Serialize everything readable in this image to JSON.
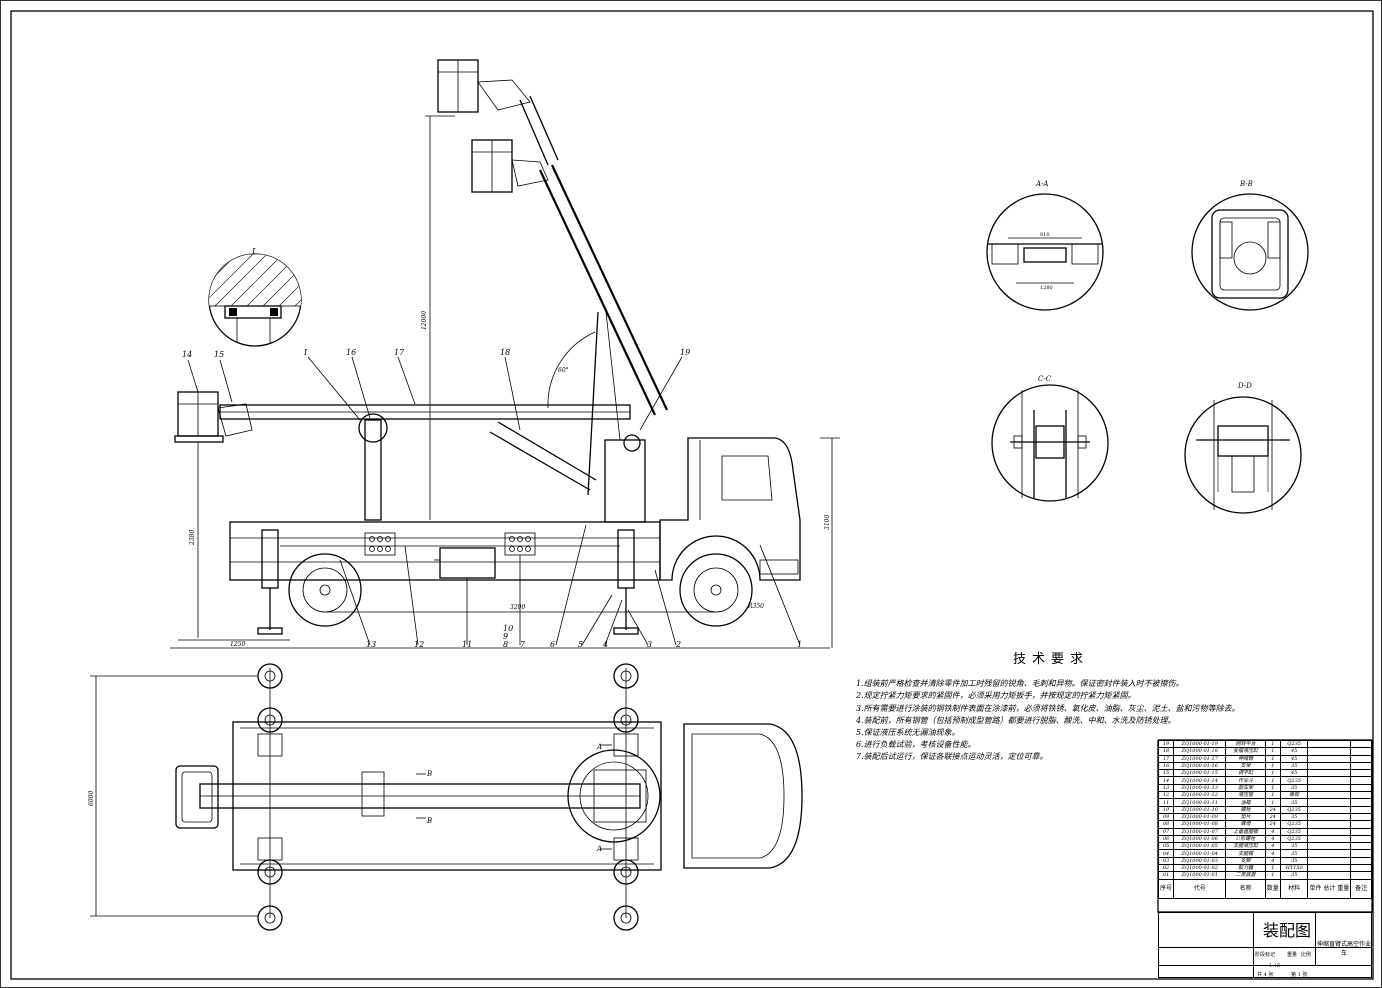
{
  "drawing": {
    "section_labels": {
      "detail_I": "I",
      "aa": "A-A",
      "bb": "B-B",
      "cc": "C-C",
      "dd": "D-D",
      "cut_a": "A",
      "cut_b": "B"
    },
    "part_callouts": [
      "1",
      "2",
      "3",
      "4",
      "5",
      "6",
      "7",
      "8",
      "9",
      "10",
      "11",
      "12",
      "13",
      "14",
      "15",
      "16",
      "17",
      "18",
      "19"
    ],
    "dimensions": {
      "boom_height": "12000",
      "side_height": "2380",
      "cab_height": "3100",
      "overhang": "1250",
      "wheelbase": "3200",
      "plan_width": "6000",
      "aa_inner": "810",
      "aa_outer": "1280",
      "angle": "60°",
      "radius": "R350"
    }
  },
  "tech": {
    "title": "技术要求",
    "items": [
      "1.组装前严格检查并清除零件加工时残留的锐角、毛刺和异物。保证密封件装入时不被擦伤。",
      "2.规定拧紧力矩要求的紧固件，必须采用力矩扳手，并按规定的拧紧力矩紧固。",
      "3.所有需要进行涂装的钢铁制件表面在涂漆前，必须将铁锈、氧化皮、油脂、灰尘、泥土、盐和污物等除去。",
      "4.装配前，所有钢管（包括预制成型管路）都要进行脱脂、酸洗、中和、水洗及防锈处理。",
      "5.保证液压系统无漏油现象。",
      "6.进行负载试验，考核设备性能。",
      "7.装配后试运行，保证各联接点运动灵活，定位可靠。"
    ]
  },
  "bom": {
    "rows": [
      [
        "19",
        "ZQ1000-01-19",
        "回转平台",
        "1",
        "Q235"
      ],
      [
        "18",
        "ZQ1000-01-18",
        "变幅液压缸",
        "1",
        "45"
      ],
      [
        "17",
        "ZQ1000-01-17",
        "伸缩臂",
        "1",
        "45"
      ],
      [
        "16",
        "ZQ1000-01-16",
        "支架",
        "1",
        "35"
      ],
      [
        "15",
        "ZQ1000-01-15",
        "调平缸",
        "1",
        "45"
      ],
      [
        "14",
        "ZQ1000-01-14",
        "作业斗",
        "1",
        "Q235"
      ],
      [
        "13",
        "ZQ1000-01-13",
        "副车架",
        "1",
        "35"
      ],
      [
        "12",
        "ZQ1000-01-12",
        "液压管",
        "1",
        "橡胶"
      ],
      [
        "11",
        "ZQ1000-01-11",
        "油箱",
        "1",
        "35"
      ],
      [
        "10",
        "ZQ1000-01-10",
        "螺栓",
        "24",
        "Q235"
      ],
      [
        "09",
        "ZQ1000-01-09",
        "垫片",
        "24",
        "35"
      ],
      [
        "08",
        "ZQ1000-01-08",
        "螺母",
        "24",
        "Q235"
      ],
      [
        "07",
        "ZQ1000-01-07",
        "上垂直腿板",
        "4",
        "Q235"
      ],
      [
        "06",
        "ZQ1000-01-06",
        "U形螺栓",
        "4",
        "Q235"
      ],
      [
        "05",
        "ZQ1000-01-05",
        "支腿液压缸",
        "4",
        "35"
      ],
      [
        "04",
        "ZQ1000-01-04",
        "支腿箱",
        "4",
        "35"
      ],
      [
        "03",
        "ZQ1000-01-03",
        "支脚",
        "4",
        "35"
      ],
      [
        "02",
        "ZQ1000-01-02",
        "取力器",
        "1",
        "HT150"
      ],
      [
        "01",
        "ZQ1000-01-01",
        "二类底盘",
        "1",
        "35"
      ]
    ],
    "header": [
      "序号",
      "代号",
      "名称",
      "数量",
      "材料",
      "单件 总计 重量",
      "备注"
    ]
  },
  "title_block": {
    "drawing_name": "装配图",
    "project": "伸缩直臂式高空作业车",
    "scale": "1:16",
    "stage": "阶段标记",
    "weight": "重量",
    "ratio": "比例",
    "sheets": "共 4 张",
    "sheet_no": "第 1 张"
  }
}
